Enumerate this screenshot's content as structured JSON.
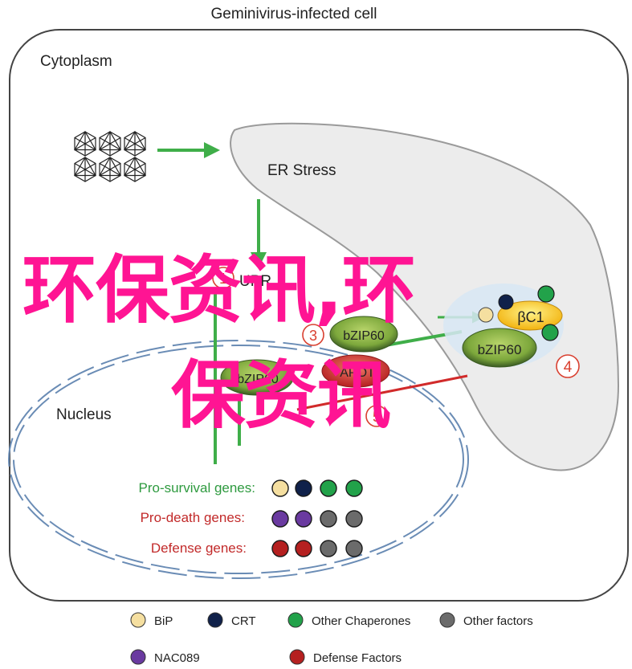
{
  "title": "Geminivirus-infected cell",
  "cytoplasm_label": "Cytoplasm",
  "er_label": "ER Stress",
  "nucleus_label": "Nucleus",
  "steps": {
    "step1": {
      "number": "1",
      "label": "UPR"
    },
    "step3": {
      "number": "3",
      "label": "bZIP60"
    },
    "step4": {
      "number": "4"
    },
    "step5": {
      "number": "5"
    }
  },
  "complex": {
    "bc1_label": "βC1",
    "bzip60_label": "bZIP60"
  },
  "nuclear_proteins": {
    "bzip60_label": "bZIP60",
    "apot_label": "APOT"
  },
  "gene_rows": [
    {
      "label": "Pro-survival genes:",
      "label_color": "#2e9a3f",
      "dots": [
        "bip",
        "crt",
        "chaperone",
        "chaperone"
      ]
    },
    {
      "label": "Pro-death genes:",
      "label_color": "#c22a2a",
      "dots": [
        "nac089",
        "nac089",
        "other",
        "other"
      ]
    },
    {
      "label": "Defense genes:",
      "label_color": "#c22a2a",
      "dots": [
        "defense",
        "defense",
        "other",
        "other"
      ]
    }
  ],
  "legend": [
    {
      "key": "bip",
      "label": "BiP",
      "color": "#f5dfa0"
    },
    {
      "key": "crt",
      "label": "CRT",
      "color": "#10214a"
    },
    {
      "key": "chaperone",
      "label": "Other Chaperones",
      "color": "#22a24a"
    },
    {
      "key": "other",
      "label": "Other factors",
      "color": "#6b6b6b"
    },
    {
      "key": "nac089",
      "label": "NAC089",
      "color": "#6a3aa0"
    },
    {
      "key": "defense",
      "label": "Defense  Factors",
      "color": "#b52020"
    }
  ],
  "colors": {
    "arrow_green": "#3fae49",
    "nucleus_dash": "#6a8cb5",
    "er_fill": "#ececec",
    "er_stroke": "#9a9a9a",
    "block_red": "#d12a2a",
    "step_red": "#d94030"
  },
  "watermark": {
    "line1": "环保资讯,环",
    "line2": "保资讯"
  }
}
